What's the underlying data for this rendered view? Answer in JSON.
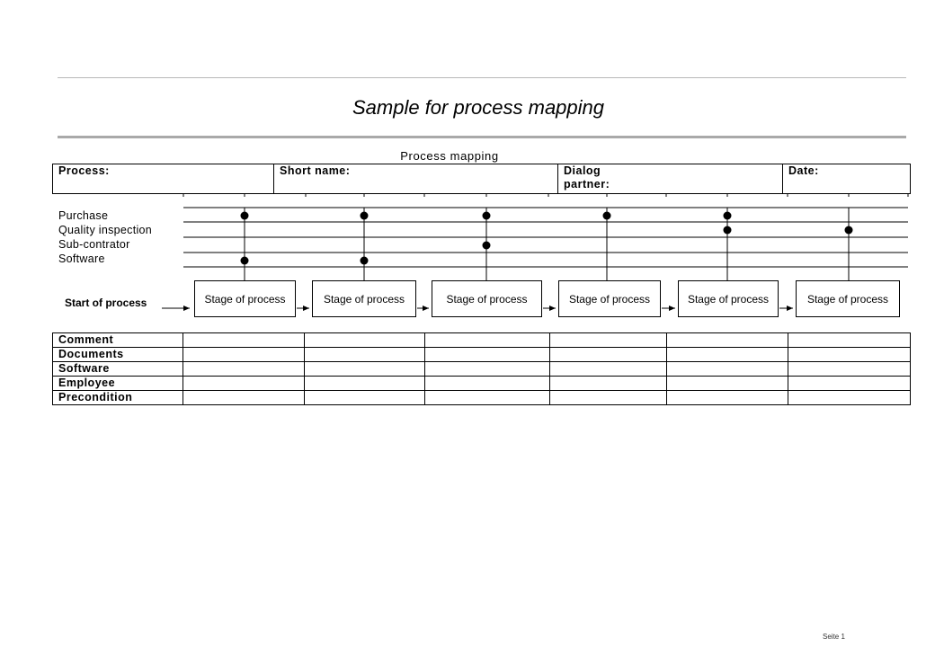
{
  "title": "Sample for process mapping",
  "diagram": {
    "heading": "Process mapping",
    "header_fields": {
      "process": "Process:",
      "short_name": "Short name:",
      "dialog_partner_line1": "Dialog",
      "dialog_partner_line2": "partner:",
      "date": "Date:"
    },
    "roles": [
      "Purchase",
      "Quality inspection",
      "Sub-contrator",
      "Software"
    ],
    "start_label": "Start of process",
    "stages": [
      {
        "label": "Stage of process",
        "roles": [
          0,
          3
        ]
      },
      {
        "label": "Stage of process",
        "roles": [
          0,
          3
        ]
      },
      {
        "label": "Stage of process",
        "roles": [
          0,
          2
        ]
      },
      {
        "label": "Stage of process",
        "roles": [
          0
        ]
      },
      {
        "label": "Stage of process",
        "roles": [
          0,
          1
        ]
      },
      {
        "label": "Stage of process",
        "roles": [
          1
        ]
      }
    ],
    "info_rows": [
      "Comment",
      "Documents",
      "Software",
      "Employee",
      "Precondition"
    ]
  },
  "footer": {
    "page_label": "Seite 1"
  }
}
